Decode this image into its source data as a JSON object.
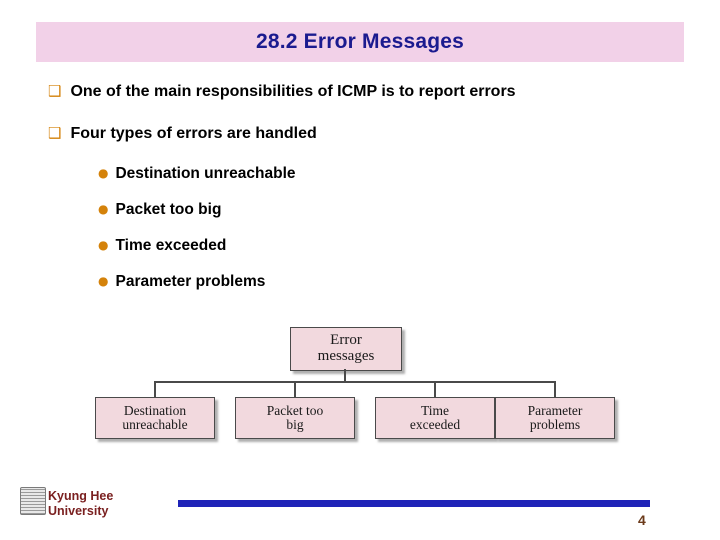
{
  "slide": {
    "title": "28.2 Error Messages",
    "bullets": [
      {
        "marker": "❑",
        "text": "One of the main responsibilities of ICMP is to report errors"
      },
      {
        "marker": "❑",
        "text": "Four types of errors are handled"
      }
    ],
    "subbullets": [
      {
        "marker": "●",
        "text": "Destination unreachable"
      },
      {
        "marker": "●",
        "text": "Packet too big"
      },
      {
        "marker": "●",
        "text": "Time exceeded"
      },
      {
        "marker": "●",
        "text": "Parameter problems"
      }
    ],
    "diagram": {
      "root": {
        "line1": "Error",
        "line2": "messages"
      },
      "leaves": [
        {
          "line1": "Destination",
          "line2": "unreachable"
        },
        {
          "line1": "Packet too",
          "line2": "big"
        },
        {
          "line1": "Time",
          "line2": "exceeded"
        },
        {
          "line1": "Parameter",
          "line2": "problems"
        }
      ]
    },
    "footer": {
      "org_line1": "Kyung Hee",
      "org_line2": "University",
      "page_number": "4"
    },
    "colors": {
      "title_band": "#f2d1e8",
      "title_text": "#1b1b8f",
      "bullet_marker": "#d4820a",
      "diagram_box": "#f2d9de",
      "footer_text": "#7a2020",
      "footer_rule": "#1f24b8",
      "page_number": "#6b3a1a"
    }
  }
}
